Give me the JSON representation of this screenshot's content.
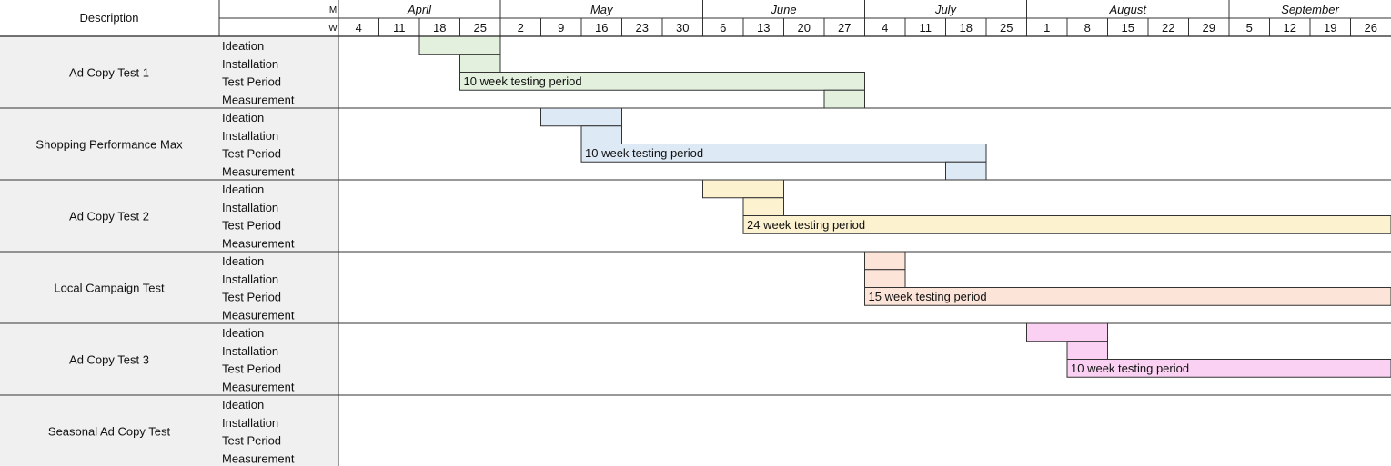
{
  "header": {
    "description_label": "Description",
    "month_row_label": "M",
    "week_row_label": "W"
  },
  "chart_data": {
    "type": "gantt",
    "months": [
      {
        "name": "April",
        "weeks": [
          4,
          11,
          18,
          25
        ]
      },
      {
        "name": "May",
        "weeks": [
          2,
          9,
          16,
          23,
          30
        ]
      },
      {
        "name": "June",
        "weeks": [
          6,
          13,
          20,
          27
        ]
      },
      {
        "name": "July",
        "weeks": [
          4,
          11,
          18,
          25
        ]
      },
      {
        "name": "August",
        "weeks": [
          1,
          8,
          15,
          22,
          29
        ]
      },
      {
        "name": "September",
        "weeks": [
          5,
          12,
          19,
          26
        ]
      }
    ],
    "task_types": [
      "Ideation",
      "Installation",
      "Test Period",
      "Measurement"
    ],
    "projects": [
      {
        "name": "Ad Copy Test 1",
        "color": "#e3f0dd",
        "bars": [
          {
            "task": "Ideation",
            "start": "April 18",
            "weeks": 2
          },
          {
            "task": "Installation",
            "start": "April 25",
            "weeks": 1
          },
          {
            "task": "Test Period",
            "start": "April 25",
            "weeks": 10,
            "label": "10 week testing period"
          },
          {
            "task": "Measurement",
            "start": "June 27",
            "weeks": 1
          }
        ]
      },
      {
        "name": "Shopping Performance Max",
        "color": "#dde9f5",
        "bars": [
          {
            "task": "Ideation",
            "start": "May 9",
            "weeks": 2
          },
          {
            "task": "Installation",
            "start": "May 16",
            "weeks": 1
          },
          {
            "task": "Test Period",
            "start": "May 16",
            "weeks": 10,
            "label": "10 week testing period"
          },
          {
            "task": "Measurement",
            "start": "July 18",
            "weeks": 1
          }
        ]
      },
      {
        "name": "Ad Copy Test 2",
        "color": "#fdf2cf",
        "bars": [
          {
            "task": "Ideation",
            "start": "June 6",
            "weeks": 2
          },
          {
            "task": "Installation",
            "start": "June 13",
            "weeks": 1
          },
          {
            "task": "Test Period",
            "start": "June 13",
            "weeks": 24,
            "label": "24 week testing period"
          }
        ]
      },
      {
        "name": "Local Campaign Test",
        "color": "#fce4d8",
        "bars": [
          {
            "task": "Ideation",
            "start": "July 4",
            "weeks": 1
          },
          {
            "task": "Installation",
            "start": "July 4",
            "weeks": 1
          },
          {
            "task": "Test Period",
            "start": "July 4",
            "weeks": 15,
            "label": "15 week testing period"
          }
        ]
      },
      {
        "name": "Ad Copy Test 3",
        "color": "#fad1f2",
        "bars": [
          {
            "task": "Ideation",
            "start": "August 1",
            "weeks": 2
          },
          {
            "task": "Installation",
            "start": "August 8",
            "weeks": 1
          },
          {
            "task": "Test Period",
            "start": "August 8",
            "weeks": 10,
            "label": "10 week testing period"
          }
        ]
      },
      {
        "name": "Seasonal Ad Copy Test",
        "color": "#ffffff",
        "bars": []
      }
    ]
  }
}
